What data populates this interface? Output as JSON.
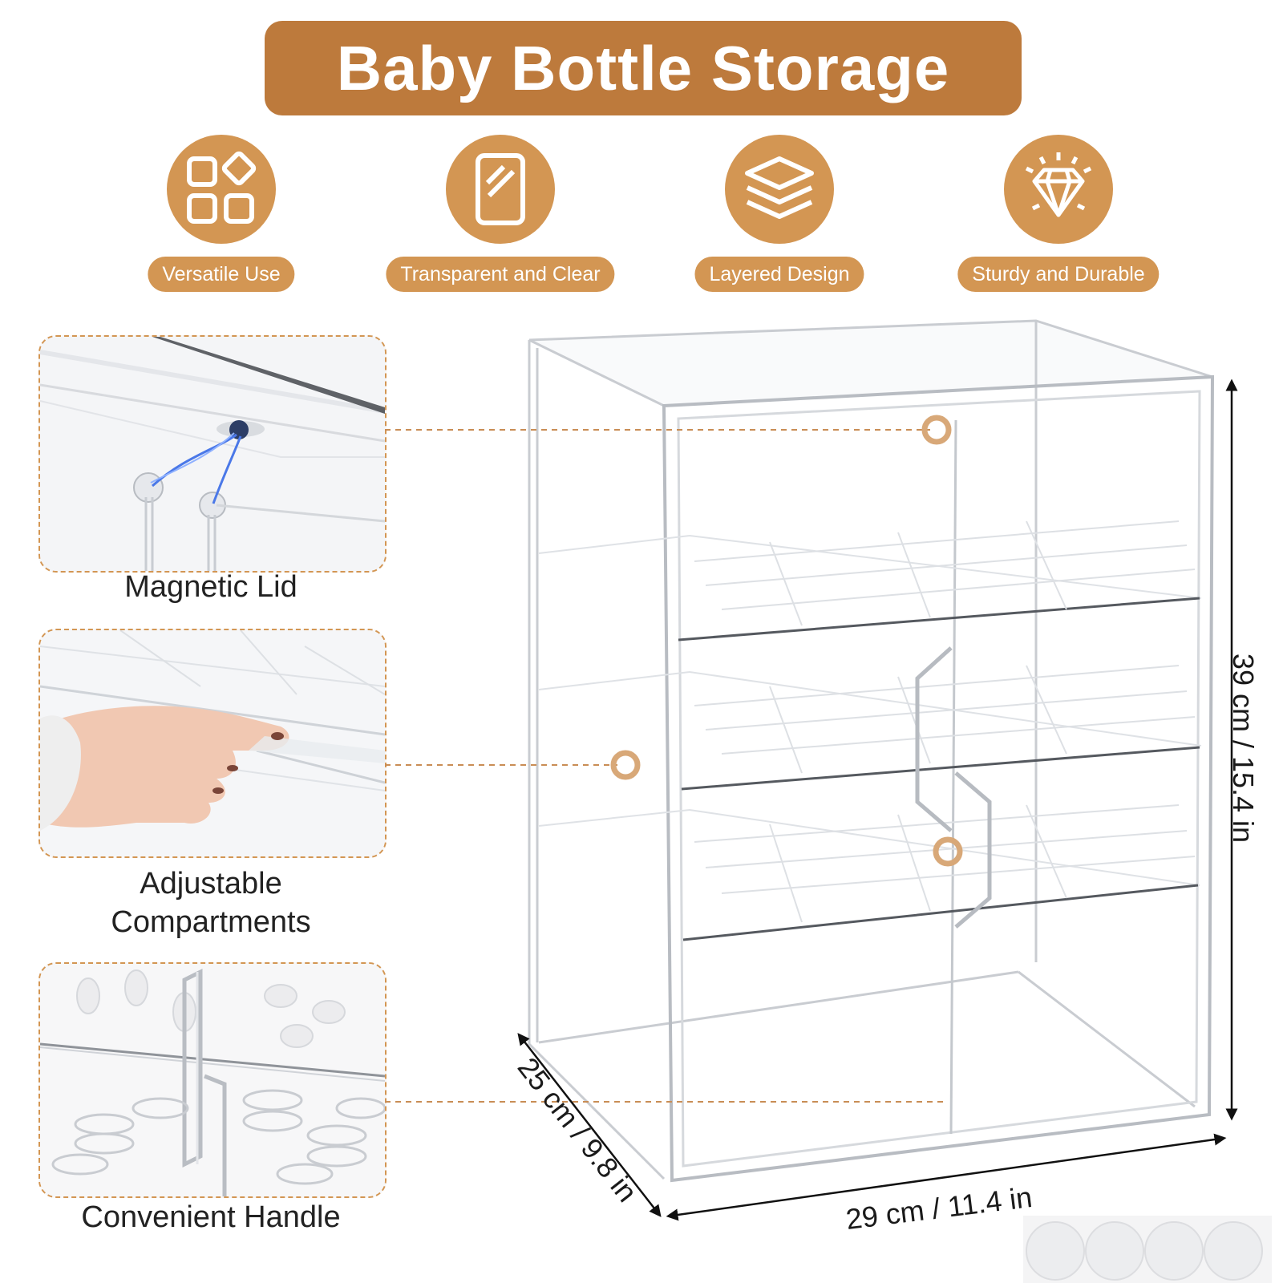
{
  "title": "Baby Bottle Storage",
  "features": [
    {
      "label": "Versatile Use",
      "icon": "grid-shapes-icon"
    },
    {
      "label": "Transparent and Clear",
      "icon": "transparent-panel-icon"
    },
    {
      "label": "Layered Design",
      "icon": "layers-icon"
    },
    {
      "label": "Sturdy and Durable",
      "icon": "diamond-icon"
    }
  ],
  "details": [
    {
      "caption": "Magnetic Lid"
    },
    {
      "caption": "Adjustable Compartments"
    },
    {
      "caption": "Convenient Handle"
    }
  ],
  "dimensions": {
    "height": "39 cm / 15.4 in",
    "depth": "25 cm / 9.8 in",
    "width": "29 cm / 11.4 in"
  },
  "colors": {
    "accent": "#bd7a3c",
    "accent_light": "#d39653",
    "leader": "#c98d55"
  }
}
